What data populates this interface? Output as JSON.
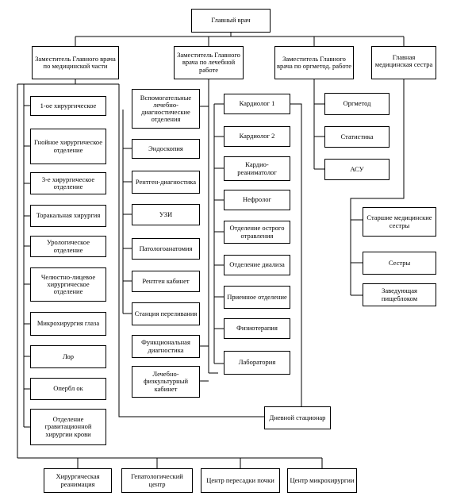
{
  "nodes": {
    "chief": "Главный врач",
    "dep_med": "Заместитель Главного врача по медицинской части",
    "dep_treat": "Заместитель Главного врача по лечебной работе",
    "dep_org": "Заместитель Главного врача по оргметод. работе",
    "head_nurse": "Главная медицинская сестра",
    "surg1": "1-ое хирургическое",
    "purulent": "Гнойное хирургическое отделение",
    "surg3": "3-е хирургическое отделение",
    "thoracic": "Торакальная хирургия",
    "urology": "Урологическое отделение",
    "maxillofacial": "Челюстно-лицевое хирургическое отделение",
    "eye_micro": "Микрохирургия глаза",
    "ent": "Лор",
    "opblock": "Опербл ок",
    "gravity": "Отделение гравитационной хирургии крови",
    "aux": "Вспомогательные лечебно-диагностические отделения",
    "endoscopy": "Эндоскопия",
    "xray_diag": "Рентген-диагностика",
    "ultrasound": "УЗИ",
    "pathology": "Патологоанатомия",
    "xray_room": "Рентген кабинет",
    "transfusion": "Станция переливания",
    "functional": "Функциональная диагностика",
    "physio_room": "Лечебно-физкультурный кабинет",
    "cardio1": "Кардиолог 1",
    "cardio2": "Кардиолог 2",
    "cardio_resus": "Кардио-реаниматолог",
    "nephrology": "Нефролог",
    "acute_poison": "Отделение острого отравления",
    "dialysis": "Отделение диализа",
    "admission": "Приемное отделение",
    "physiotherapy": "Физиотерапия",
    "laboratory": "Лаборатория",
    "day_hospital": "Дневной стационар",
    "orgmethod": "Оргметод",
    "statistics": "Статистика",
    "asu": "АСУ",
    "senior_nurses": "Старшие медицинские сестры",
    "nurses": "Сестры",
    "food_head": "Заведующая пищеблоком",
    "surg_resus": "Хирургическая реанимация",
    "hepatology": "Гепатологический центр",
    "kidney": "Центр пересадки почки",
    "microsurgery": "Центр микрохирургии"
  }
}
